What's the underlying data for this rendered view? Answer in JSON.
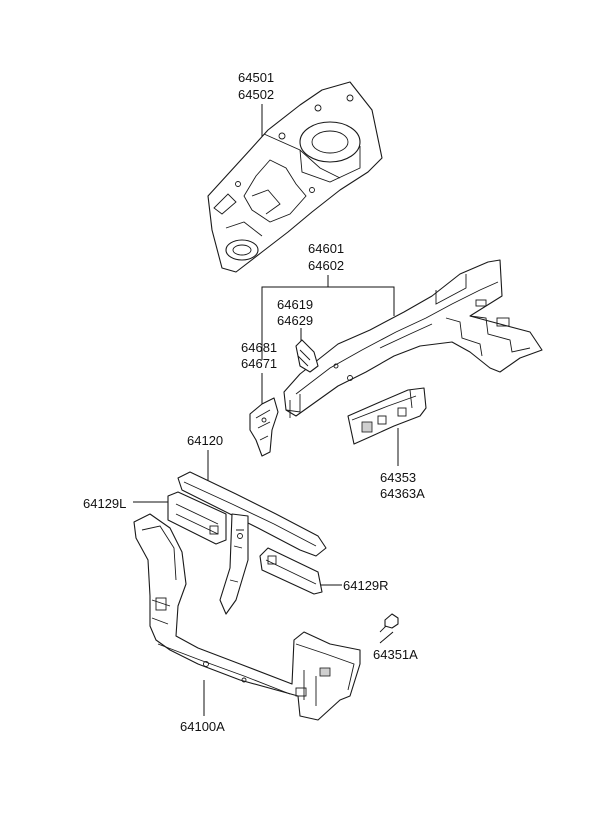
{
  "labels": {
    "p64501": "64501",
    "p64502": "64502",
    "p64601": "64601",
    "p64602": "64602",
    "p64619": "64619",
    "p64629": "64629",
    "p64681": "64681",
    "p64671": "64671",
    "p64120": "64120",
    "p64129L": "64129L",
    "p64353": "64353",
    "p64363A": "64363A",
    "p64129R": "64129R",
    "p64351A": "64351A",
    "p64100A": "64100A"
  },
  "colors": {
    "line": "#1a1a1a",
    "shade": "#cfcfcf",
    "background": "#ffffff"
  }
}
